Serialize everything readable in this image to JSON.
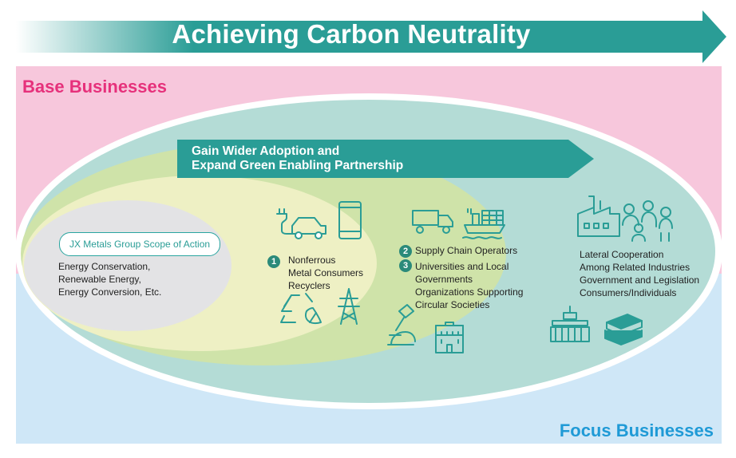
{
  "header": {
    "title": "Achieving Carbon Neutrality"
  },
  "bands": {
    "base_label": "Base Businesses",
    "focus_label": "Focus Businesses"
  },
  "adoption_arrow": {
    "line1": "Gain Wider Adoption and",
    "line2": "Expand Green Enabling Partnership"
  },
  "scope": {
    "label": "JX Metals Group Scope of Action",
    "items": [
      "Energy Conservation,",
      "Renewable Energy,",
      "Energy Conversion, Etc."
    ]
  },
  "circle1": {
    "number": "1",
    "items": [
      "Nonferrous",
      "Metal Consumers",
      "Recyclers"
    ]
  },
  "circle2": {
    "number2": "2",
    "item2": "Supply Chain Operators",
    "number3": "3",
    "items3": [
      "Universities and Local",
      "Governments",
      "Organizations Supporting",
      "Circular Societies"
    ]
  },
  "outer": {
    "items": [
      "Lateral Cooperation",
      "Among Related Industries",
      "Government and Legislation",
      "Consumers/Individuals"
    ]
  },
  "colors": {
    "pink_band": "#f7c7dc",
    "blue_band": "#cfe7f7",
    "teal_arrow": "#2a9d96",
    "outer_ellipse": "#b4dcd6",
    "mid_ellipse": "#cfe3a9",
    "inner_ellipse": "#eef0c4",
    "core_ellipse": "#e3e3e5",
    "icon_teal": "#2a9d96"
  },
  "icons": [
    "ev-car-icon",
    "smartphone-icon",
    "recycle-leaf-icon",
    "power-tower-icon",
    "dump-truck-icon",
    "cargo-ship-icon",
    "microscope-icon",
    "office-building-icon",
    "factory-icon",
    "people-group-icon",
    "government-building-icon",
    "books-icon"
  ]
}
